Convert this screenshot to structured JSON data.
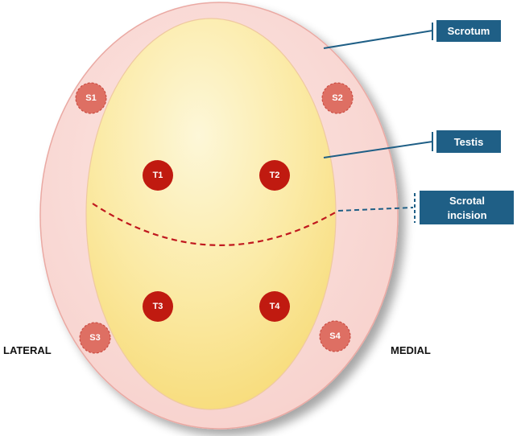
{
  "labels": {
    "lateral": "LATERAL",
    "medial": "MEDIAL"
  },
  "callouts": {
    "scrotum": "Scrotum",
    "testis": "Testis",
    "incision_line1": "Scrotal",
    "incision_line2": "incision"
  },
  "scrotal_sites": [
    "S1",
    "S2",
    "S3",
    "S4"
  ],
  "testis_sites": [
    "T1",
    "T2",
    "T3",
    "T4"
  ],
  "colors": {
    "scrotum_fill": "#f9d9d6",
    "scrotum_edge": "#e8a5a0",
    "testis_fill_light": "#fdf6d2",
    "testis_fill_dark": "#f8de7e",
    "scrotal_marker": "#de6f63",
    "testis_marker": "#c01a10",
    "incision_line": "#c0181e",
    "callout_box": "#1f5f86"
  }
}
